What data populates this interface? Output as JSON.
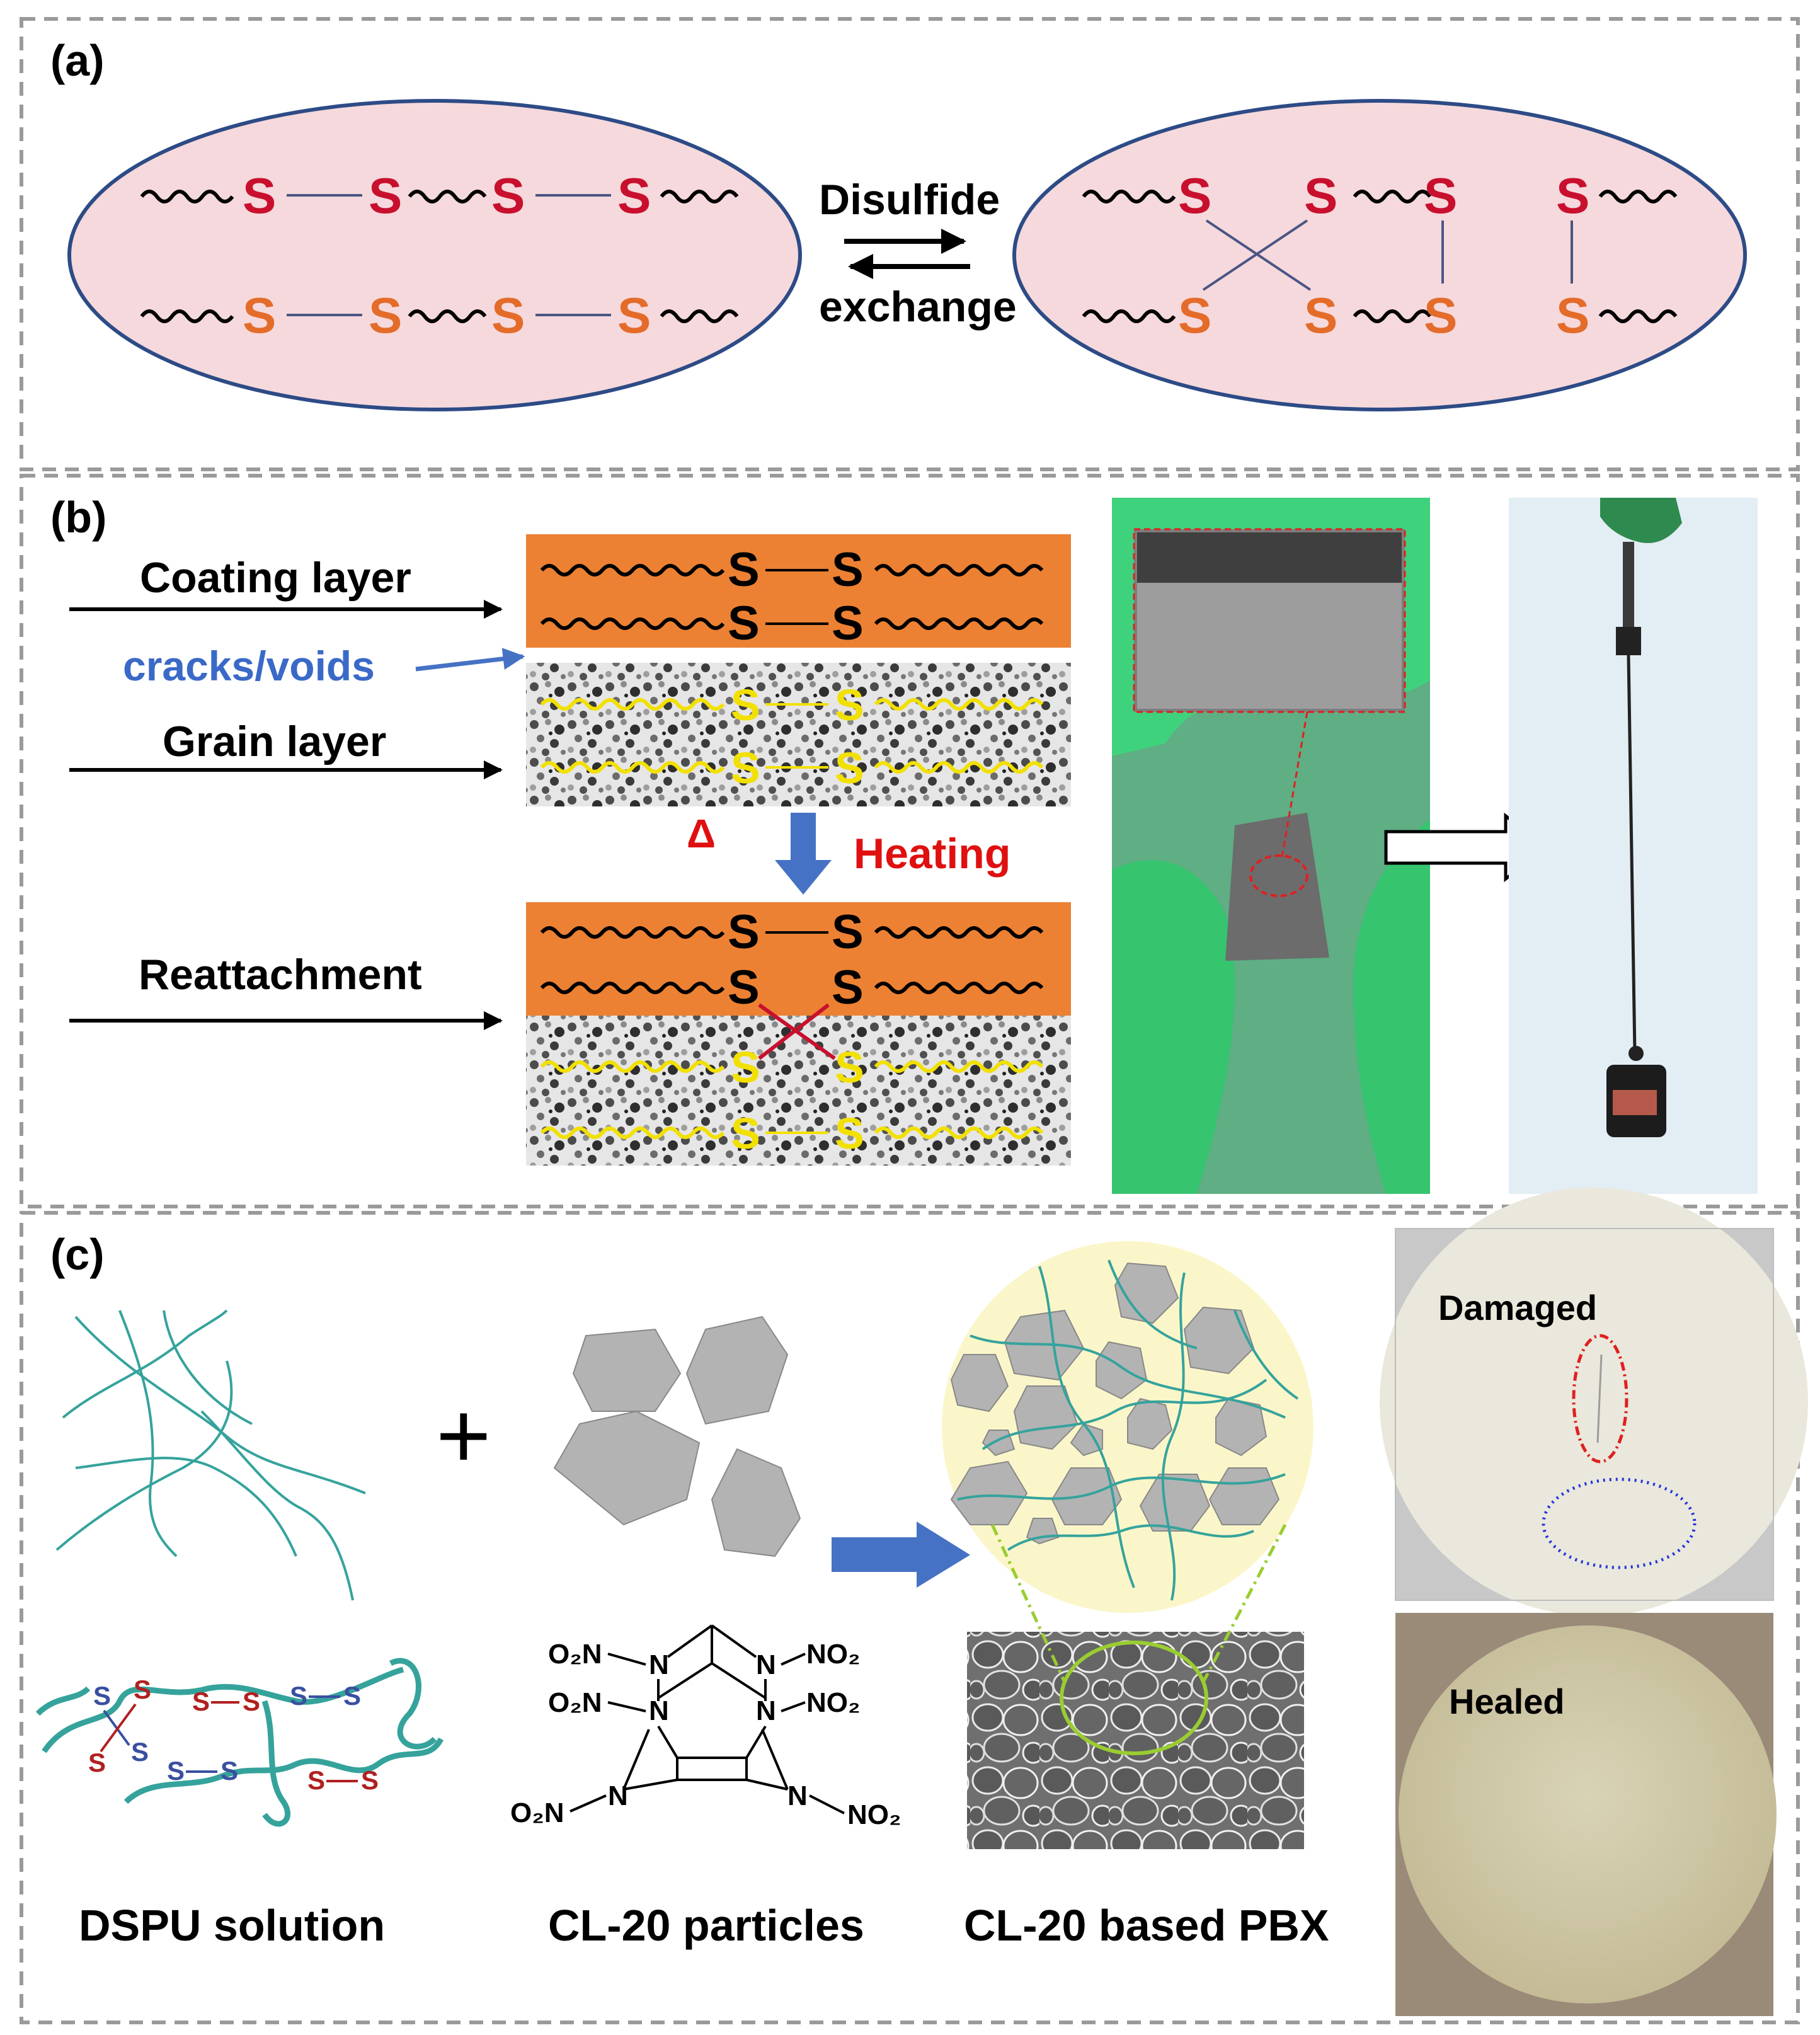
{
  "colors": {
    "panel_border": "#9a9a9a",
    "ellipse_fill": "#f6d9dc",
    "ellipse_stroke": "#2d4b86",
    "sulfur_red": "#c8102e",
    "sulfur_orange": "#e46c2a",
    "bond_line": "#4a5585",
    "orange_layer": "#ec8133",
    "grain_sulfur": "#f2e000",
    "blue_label": "#3a69c7",
    "arrow_blue": "#4572c4",
    "heating_red": "#e01010",
    "glove_green": "#3fd27c",
    "teal_chain": "#35a39c",
    "particle_grey": "#b3b3b3",
    "circle_fill": "#fbf6c9",
    "dashed_green": "#9acd32",
    "damage_red": "#e02020",
    "damage_blue": "#2233dd"
  },
  "panel_a": {
    "label": "(a)",
    "atom": "S",
    "arrow_label_top": "Disulfide",
    "arrow_label_bottom": "exchange"
  },
  "panel_b": {
    "label": "(b)",
    "coating_layer": "Coating layer",
    "cracks_voids": "cracks/voids",
    "grain_layer": "Grain layer",
    "delta": "Δ",
    "heating": "Heating",
    "reattachment": "Reattachment",
    "atom": "S"
  },
  "panel_c": {
    "label": "(c)",
    "plus": "+",
    "atom": "S",
    "damaged": "Damaged",
    "healed": "Healed",
    "caption_dspu": "DSPU solution",
    "caption_cl20": "CL-20 particles",
    "caption_pbx": "CL-20 based PBX",
    "molecule": {
      "n": "N",
      "o2n": "O₂N",
      "no2": "NO₂"
    }
  }
}
